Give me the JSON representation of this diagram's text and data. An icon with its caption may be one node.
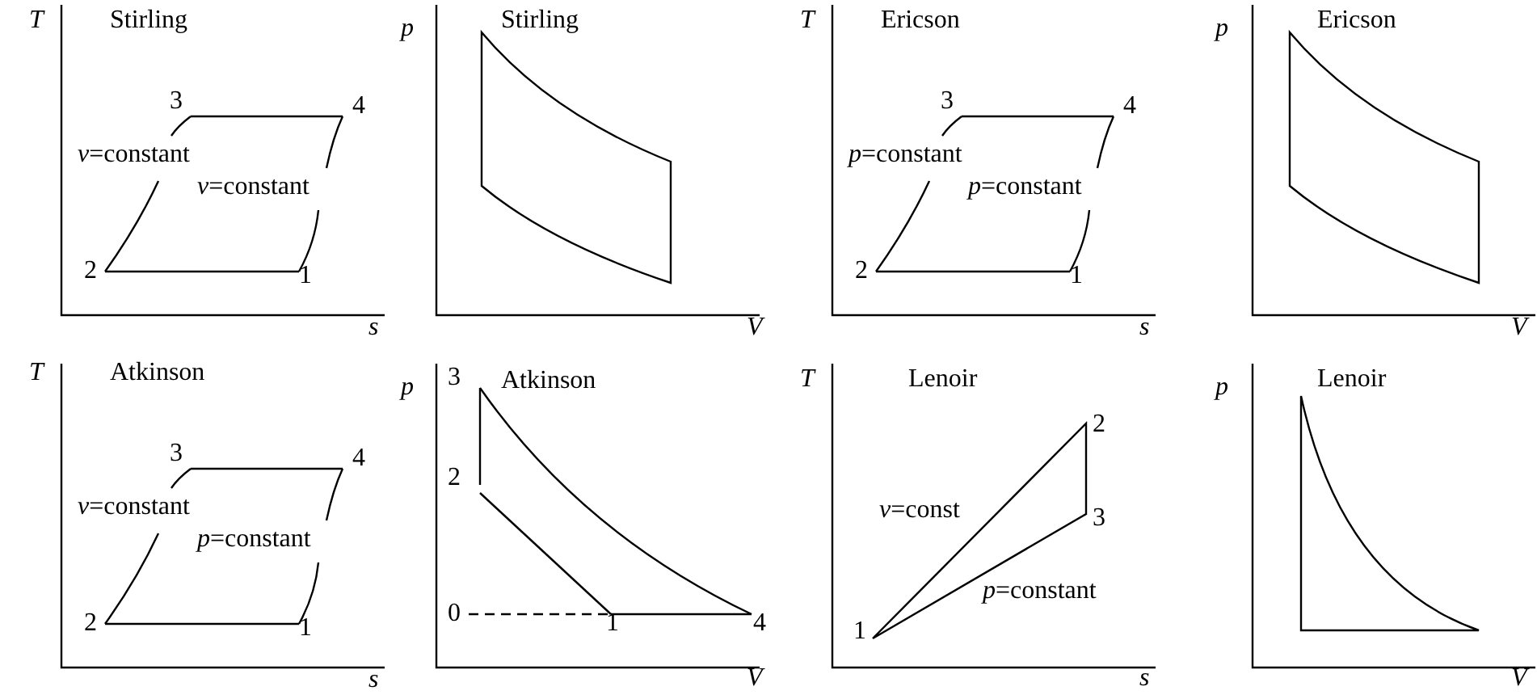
{
  "diagram": {
    "labels": [
      "T",
      "Stirling",
      "3",
      "4",
      "*v*=constant",
      "*v*=constant",
      "2",
      "1",
      "s",
      "p",
      "Stirling",
      "V",
      "T",
      "Ericson",
      "3",
      "4",
      "*p*=constant",
      "*p*=constant",
      "2",
      "1",
      "s",
      "p",
      "Ericson",
      "V",
      "T",
      "Atkinson",
      "3",
      "4",
      "*v*=constant",
      "*p*=constant",
      "2",
      "1",
      "s",
      "p",
      "3",
      "Atkinson",
      "2",
      "0",
      "1",
      "4",
      "V",
      "T",
      "Lenoir",
      "2",
      "*v*=const",
      "3",
      "*p*=constant",
      "1",
      "s",
      "p",
      "Lenoir",
      "V"
    ]
  }
}
